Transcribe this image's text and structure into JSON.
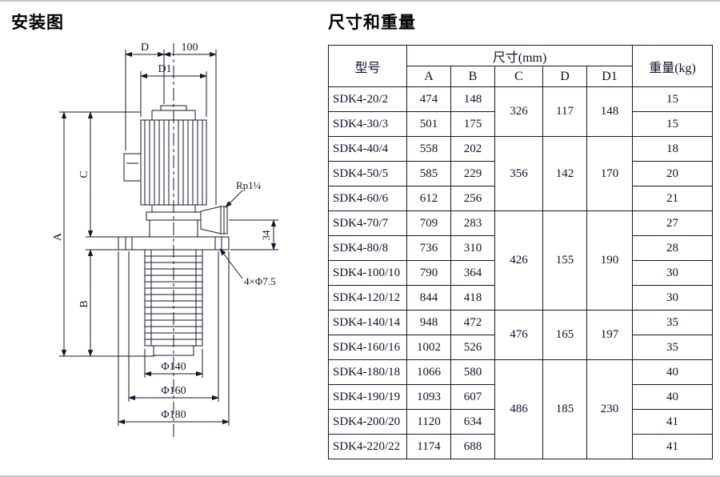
{
  "titles": {
    "diagram": "安装图",
    "table": "尺寸和重量"
  },
  "diagram_labels": {
    "d": "D",
    "dim_100": "100",
    "d1": "D1",
    "a": "A",
    "b": "B",
    "c": "C",
    "rp": "Rp1¼",
    "dim_34": "34",
    "holes": "4×Φ7.5",
    "phi140": "Φ140",
    "phi160": "Φ160",
    "phi180": "Φ180"
  },
  "table": {
    "headers": {
      "model": "型号",
      "size_group": "尺寸(mm)",
      "cols": [
        "A",
        "B",
        "C",
        "D",
        "D1"
      ],
      "weight": "重量(kg)"
    },
    "rows": [
      {
        "model": "SDK4-20/2",
        "a": "474",
        "b": "148",
        "weight": "15"
      },
      {
        "model": "SDK4-30/3",
        "a": "501",
        "b": "175",
        "weight": "15"
      },
      {
        "model": "SDK4-40/4",
        "a": "558",
        "b": "202",
        "weight": "18"
      },
      {
        "model": "SDK4-50/5",
        "a": "585",
        "b": "229",
        "weight": "20"
      },
      {
        "model": "SDK4-60/6",
        "a": "612",
        "b": "256",
        "weight": "21"
      },
      {
        "model": "SDK4-70/7",
        "a": "709",
        "b": "283",
        "weight": "27"
      },
      {
        "model": "SDK4-80/8",
        "a": "736",
        "b": "310",
        "weight": "28"
      },
      {
        "model": "SDK4-100/10",
        "a": "790",
        "b": "364",
        "weight": "30"
      },
      {
        "model": "SDK4-120/12",
        "a": "844",
        "b": "418",
        "weight": "30"
      },
      {
        "model": "SDK4-140/14",
        "a": "948",
        "b": "472",
        "weight": "35"
      },
      {
        "model": "SDK4-160/16",
        "a": "1002",
        "b": "526",
        "weight": "35"
      },
      {
        "model": "SDK4-180/18",
        "a": "1066",
        "b": "580",
        "weight": "40"
      },
      {
        "model": "SDK4-190/19",
        "a": "1093",
        "b": "607",
        "weight": "40"
      },
      {
        "model": "SDK4-200/20",
        "a": "1120",
        "b": "634",
        "weight": "41"
      },
      {
        "model": "SDK4-220/22",
        "a": "1174",
        "b": "688",
        "weight": "41"
      }
    ],
    "merged_groups": [
      {
        "start": 0,
        "span": 2,
        "c": "326",
        "d": "117",
        "d1": "148"
      },
      {
        "start": 2,
        "span": 3,
        "c": "356",
        "d": "142",
        "d1": "170"
      },
      {
        "start": 5,
        "span": 4,
        "c": "426",
        "d": "155",
        "d1": "190"
      },
      {
        "start": 9,
        "span": 2,
        "c": "476",
        "d": "165",
        "d1": "197"
      },
      {
        "start": 11,
        "span": 4,
        "c": "486",
        "d": "185",
        "d1": "230"
      }
    ]
  }
}
